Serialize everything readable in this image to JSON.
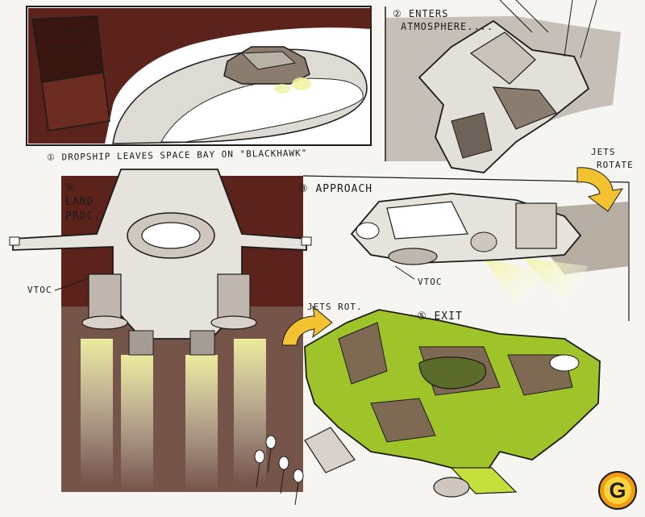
{
  "labels": {
    "panel1_caption": "① DROPSHIP LEAVES SPACE BAY ON \"BLACKHAWK\"",
    "panel2_line1": "② ENTERS",
    "panel2_line2": "ATMOSPHERE....",
    "panel3_caption": "③ APPROACH",
    "panel4_line1": "④",
    "panel4_line2": "LAND",
    "panel4_line3": "PROC.",
    "jets_rotate_line1": "JETS",
    "jets_rotate_line2": "ROTATE",
    "vtoc_left": "VTOC",
    "vtoc_right": "VTOC",
    "jets_rot": "JETS ROT.",
    "panel5_caption": "⑤ EXIT"
  },
  "logo": {
    "letter": "G",
    "color_outer": "#f29a13",
    "color_inner": "#ffd33c"
  },
  "colors": {
    "marker_brown": "#5b231c",
    "warm_gray": "#8a7d70",
    "ink": "#1d1b19",
    "camo_green": "#9ec42a",
    "camo_brown": "#7e6a52",
    "jet_glow": "#f2f2a0",
    "arrow_yellow": "#f2c230"
  }
}
